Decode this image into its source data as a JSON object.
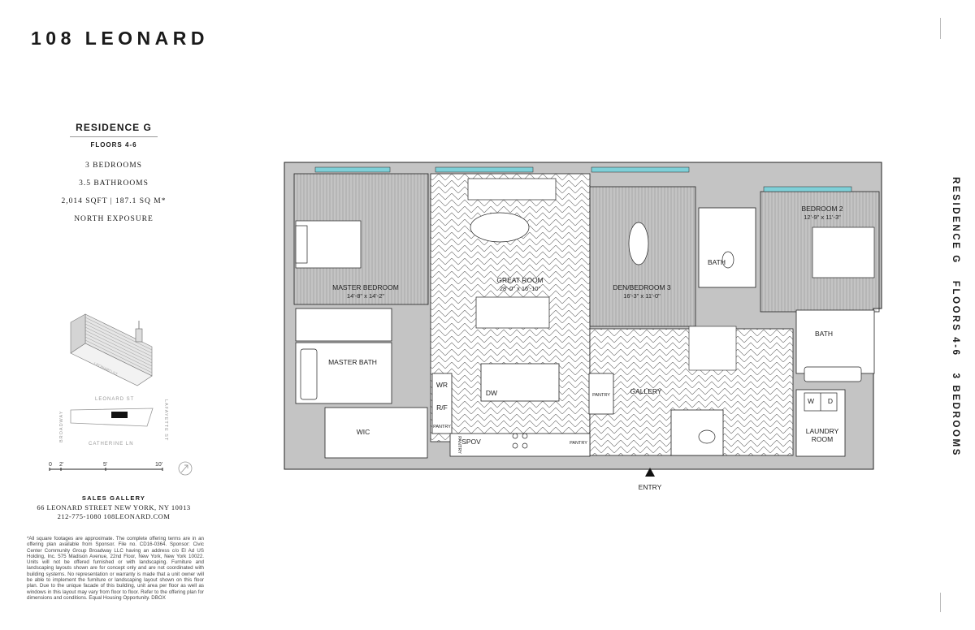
{
  "brand": "108 LEONARD",
  "residence": {
    "title": "RESIDENCE G",
    "floors": "FLOORS 4-6",
    "bedrooms": "3 BEDROOMS",
    "bathrooms": "3.5 BATHROOMS",
    "area": "2,014 SQFT | 187.1 SQ M*",
    "exposure": "NORTH EXPOSURE"
  },
  "locator": {
    "street_north": "LEONARD ST",
    "street_south": "CATHERINE LN",
    "street_west": "BROADWAY",
    "street_east": "LAFAYETTE ST",
    "building_caption": "LEONARD ST"
  },
  "scale": {
    "ticks": [
      "0",
      "2'",
      "5'",
      "10'"
    ]
  },
  "sales": {
    "title": "SALES GALLERY",
    "address": "66 LEONARD STREET   NEW YORK, NY 10013",
    "contact": "212-775-1080  108LEONARD.COM"
  },
  "disclaimer": "*All square footages are approximate. The complete offering terms are in an offering plan available from Sponsor. File no. CD16-0364. Sponsor: Civic Center Community Group Broadway LLC having an address c/o El Ad US Holding, Inc. 575 Madison Avenue, 22nd Floor, New York, New York 10022. Units will not be offered furnished or with landscaping. Furniture and landscaping layouts shown are for concept only and are not coordinated with building systems. No representation or warranty is made that a unit owner will be able to implement the furniture or landscaping layout shown on this floor plan. Due to the unique facade of this building, unit area per floor as well as windows in this layout may vary from floor to floor. Refer to the offering plan for dimensions and conditions. Equal Housing Opportunity. DBOX",
  "vertical": {
    "residence": "RESIDENCE G",
    "floors": "FLOORS 4-6",
    "bedrooms": "3 BEDROOMS"
  },
  "plan": {
    "master_bedroom": "MASTER BEDROOM",
    "master_bedroom_dim": "14'-8\" x 14'-2\"",
    "great_room": "GREAT ROOM",
    "great_room_dim": "28'-0\" x 16'-10\"",
    "den": "DEN/BEDROOM 3",
    "den_dim": "16'-3\" x 11'-0\"",
    "bedroom2": "BEDROOM 2",
    "bedroom2_dim": "12'-9\" x 11'-3\"",
    "bath": "BATH",
    "bath2": "BATH",
    "master_bath": "MASTER BATH",
    "wic": "WIC",
    "wr": "WR",
    "rf": "R/F",
    "pantry_small": "PANTRY",
    "pantry_vertical": "PANTRY",
    "spov": "SPOV",
    "dw": "DW",
    "pantry_right": "PANTRY",
    "pantry_gallery": "PANTRY",
    "gallery": "GALLERY",
    "washer": "W",
    "dryer": "D",
    "laundry_1": "LAUNDRY",
    "laundry_2": "ROOM",
    "entry": "ENTRY"
  },
  "colors": {
    "wall": "#c4c4c4",
    "window": "#7fd0d8",
    "line": "#222222"
  }
}
